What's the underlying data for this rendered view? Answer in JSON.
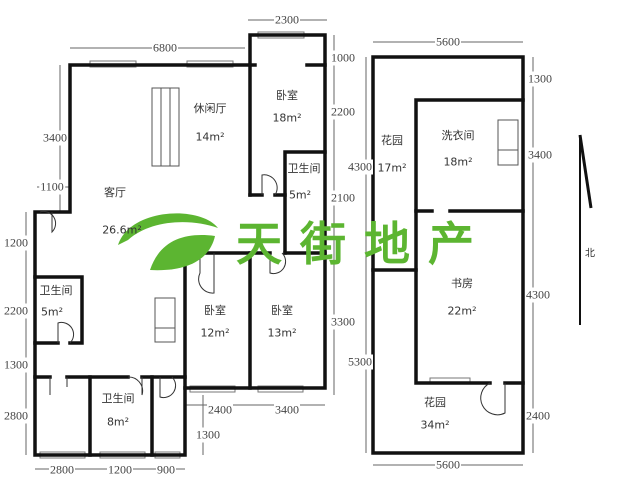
{
  "watermark": {
    "text": "天街地产",
    "color": "#5cb531"
  },
  "compass": {
    "label": "北"
  },
  "left_plan": {
    "rooms": [
      {
        "name": "休闲厅",
        "area": "14m²"
      },
      {
        "name": "卧室",
        "area": "18m²"
      },
      {
        "name": "卫生间",
        "area": "5m²"
      },
      {
        "name": "客厅",
        "area": "26.6m²"
      },
      {
        "name": "卫生间",
        "area": "5m²"
      },
      {
        "name": "卧室",
        "area": "12m²"
      },
      {
        "name": "卧室",
        "area": "13m²"
      },
      {
        "name": "卫生间",
        "area": "8m²"
      }
    ],
    "dimensions": {
      "top_bedroom_width": "2300",
      "top_width": "6800",
      "right_1": "1000",
      "right_2": "2200",
      "right_3": "2100",
      "right_4": "3300",
      "left_1": "3400",
      "left_2": "1100",
      "left_3": "1200",
      "left_4": "2200",
      "left_5": "1300",
      "left_6": "2800",
      "bottom_bed_1": "2400",
      "bottom_bed_2": "3400",
      "bottom_step": "1300",
      "bottom_1": "2800",
      "bottom_2": "1200",
      "bottom_3": "900"
    }
  },
  "right_plan": {
    "rooms": [
      {
        "name": "花园",
        "area": "17m²"
      },
      {
        "name": "洗衣间",
        "area": "18m²"
      },
      {
        "name": "书房",
        "area": "22m²"
      },
      {
        "name": "花园",
        "area": "34m²"
      }
    ],
    "dimensions": {
      "top": "5600",
      "bottom": "5600",
      "right_1": "1300",
      "right_2": "3400",
      "right_3": "4300",
      "right_4": "2400",
      "left_1": "4300",
      "left_2": "5300"
    }
  }
}
